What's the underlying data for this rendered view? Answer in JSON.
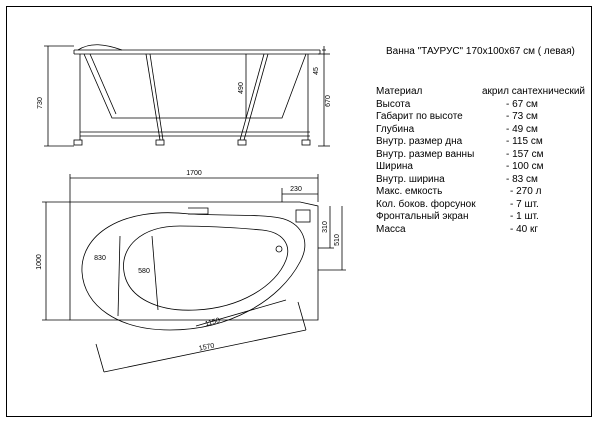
{
  "title": "Ванна \"ТАУРУС\" 170х100х67 см   ( левая)",
  "specs": [
    {
      "label": "Материал",
      "value": "акрил сантехнический"
    },
    {
      "label": "Высота",
      "value": "- 67 см"
    },
    {
      "label": "Габарит по высоте",
      "value": "- 73 см"
    },
    {
      "label": "Глубина",
      "value": "- 49 см"
    },
    {
      "label": "Внутр. размер дна",
      "value": "- 115 см"
    },
    {
      "label": "Внутр. размер ванны",
      "value": "- 157 см"
    },
    {
      "label": "Ширина",
      "value": "- 100 см"
    },
    {
      "label": "Внутр. ширина",
      "value": "- 83 см"
    },
    {
      "label": "Макс. емкость",
      "value": "- 270 л"
    },
    {
      "label": "Кол. боков. форсунок",
      "value": "- 7 шт."
    },
    {
      "label": "Фронтальный экран",
      "value": "- 1 шт."
    },
    {
      "label": "Масса",
      "value": "- 40 кг"
    }
  ],
  "dims": {
    "side_height": "730",
    "side_depth": "490",
    "side_rim": "45",
    "side_body": "670",
    "length": "1700",
    "corner_width": "230",
    "right_upper": "310",
    "right_full": "510",
    "width": "1000",
    "inner_width": "830",
    "bottom_depth": "580",
    "bottom_length": "1150",
    "inner_length": "1570"
  }
}
